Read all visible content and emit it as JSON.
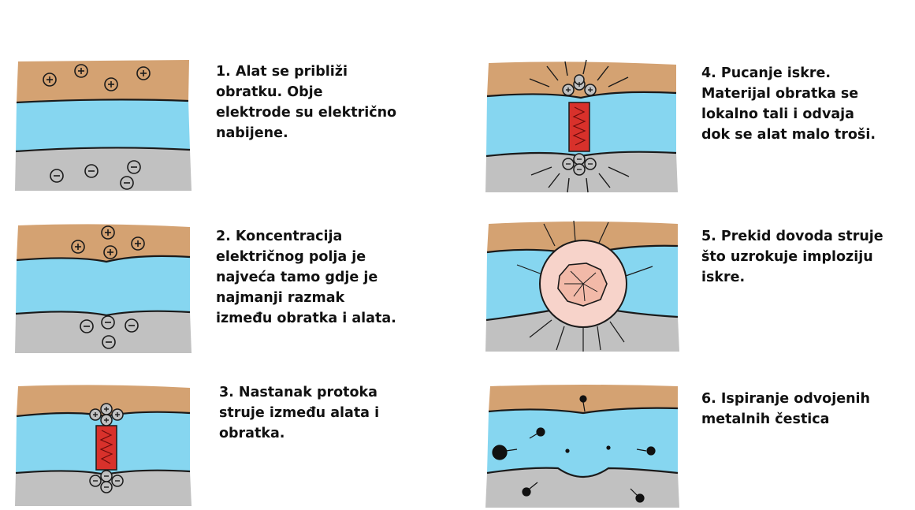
{
  "steps": [
    {
      "number": 1,
      "text": "1. Alat se približi\nobratku. Obje\nelektrode su električno\nnabijene."
    },
    {
      "number": 2,
      "text": "2. Koncentracija\nelektričnog polja je\nnajveća tamo gdje je\nnajmanji razmak\nizmeđu obratka i alata."
    },
    {
      "number": 3,
      "text": "3. Nastanak protoka\nstruje između alata i\nobratka."
    },
    {
      "number": 4,
      "text": "4. Pucanje iskre.\nMaterijal obratka se\nlokalno tali i odvaja\ndok se alat malo troši."
    },
    {
      "number": 5,
      "text": "5. Prekid dovoda struje\nšto uzrokuje imploziju\niskre."
    },
    {
      "number": 6,
      "text": "6. Ispiranje odvojenih\nmetalnih čestica"
    }
  ],
  "colors": {
    "tool": "#d4a272",
    "dielectric": "#86d6f0",
    "workpiece": "#c1c1c1",
    "spark": "#d8312b",
    "bubble": "#f7d3ca",
    "outline": "#1a1a1a"
  },
  "symbols": {
    "positive": "+",
    "negative": "−"
  }
}
